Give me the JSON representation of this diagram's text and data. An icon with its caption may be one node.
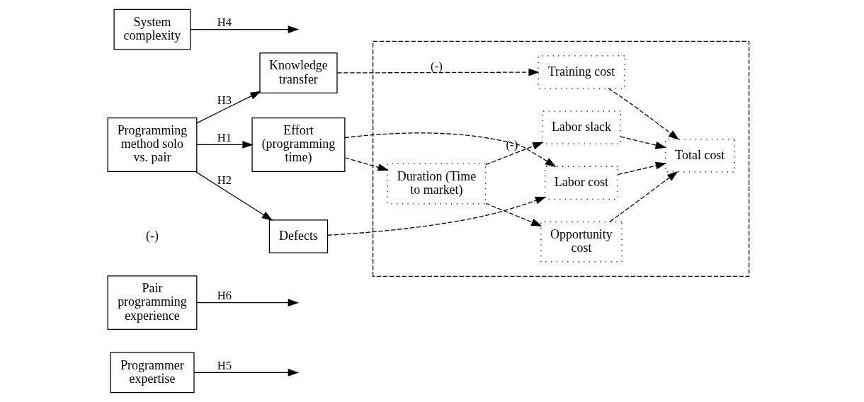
{
  "diagram": {
    "nodes": [
      {
        "text": [
          "Programmer expertise"
        ]
      },
      {
        "text": [
          "Pair programming experience"
        ]
      },
      {
        "text": [
          "Programming method solo vs. pair"
        ]
      },
      {
        "text": [
          "System complexity"
        ]
      },
      {
        "text": [
          "Effort (programming time)"
        ]
      },
      {
        "text": [
          "Defects"
        ]
      },
      {
        "text": [
          "Knowledge transfer"
        ]
      },
      {
        "text": [],
        "shape": "box"
      },
      {
        "text": [
          "Duration (Time to market)"
        ],
        "in": 7
      },
      {
        "text": [
          "Opportunity cost"
        ],
        "in": 7
      },
      {
        "text": [
          "Labor slack"
        ],
        "in": 7
      },
      {
        "text": [
          "Labor cost"
        ],
        "in": 7
      },
      {
        "text": [
          "Training cost"
        ],
        "in": 7
      },
      {
        "text": [
          "Total cost"
        ],
        "in": 7
      }
    ],
    "edges": [
      {
        "from": 2,
        "to": 4,
        "arrow": "to",
        "label": "H1"
      },
      {
        "from": 2,
        "to": 5,
        "arrow": "to",
        "label": "H2"
      },
      {
        "from": 2,
        "to": 6,
        "arrow": "to",
        "label": "H3"
      },
      {
        "from": 3,
        "to": null,
        "arrow": "to",
        "label": "H4"
      },
      {
        "from": 0,
        "to": null,
        "arrow": "to",
        "label": "H5"
      },
      {
        "from": 1,
        "to": null,
        "arrow": "to",
        "label": "H6"
      },
      {
        "from": 4,
        "to": 8,
        "arrow": "to",
        "style": "dashed"
      },
      {
        "from": 4,
        "to": 11,
        "arrow": "to",
        "style": "dashed"
      },
      {
        "from": 5,
        "to": 11,
        "arrow": "to",
        "style": "dashed"
      },
      {
        "from": 6,
        "to": 12,
        "arrow": "to",
        "style": "dashed",
        "label": "(-)"
      },
      {
        "from": 8,
        "to": 9,
        "arrow": "to",
        "style": "dashed"
      },
      {
        "from": 8,
        "to": 10,
        "arrow": "to",
        "style": "dashed",
        "label": "(-)"
      },
      {
        "from": 9,
        "to": 13,
        "arrow": "to",
        "style": "dashed"
      },
      {
        "from": 10,
        "to": 13,
        "arrow": "to",
        "style": "dashed"
      },
      {
        "from": 11,
        "to": 13,
        "arrow": "to",
        "style": "dashed"
      },
      {
        "from": 12,
        "to": 13,
        "arrow": "to",
        "style": "dashed"
      }
    ],
    "labels": [
      "(-)"
    ]
  }
}
